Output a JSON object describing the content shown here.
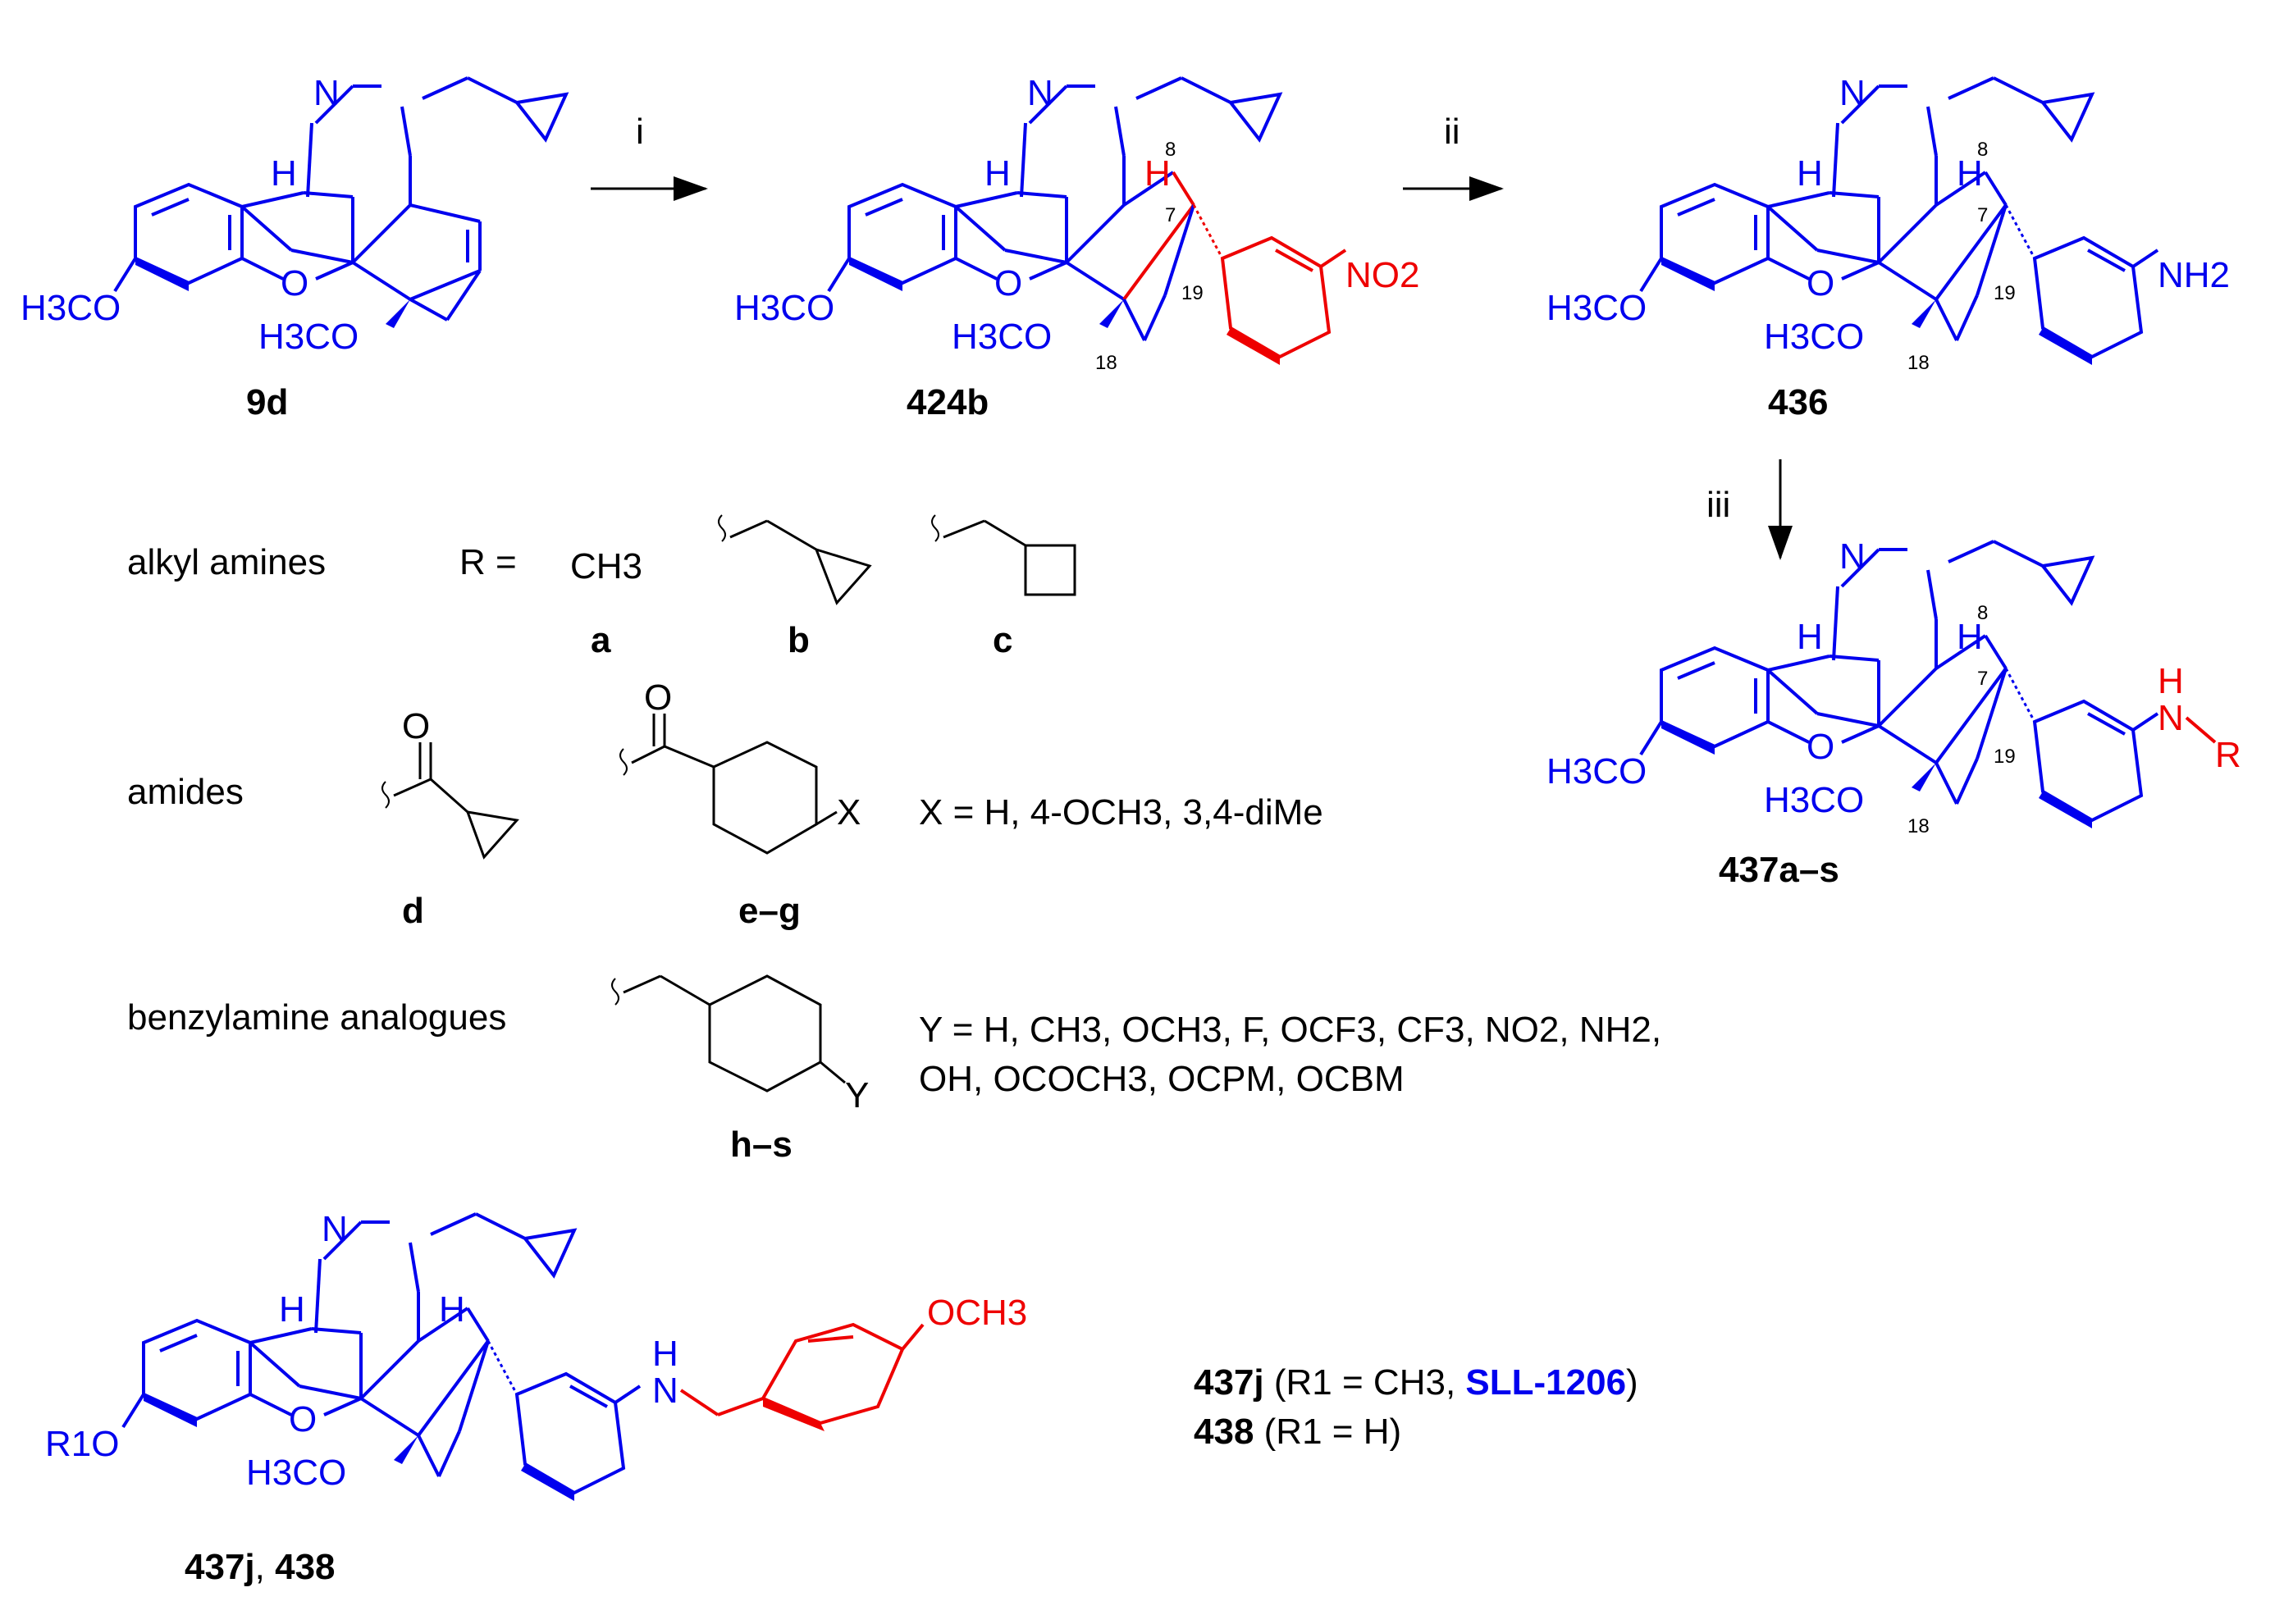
{
  "compounds": {
    "c9d": "9d",
    "c424b": "424b",
    "c436": "436",
    "c437as": "437a–s",
    "c437j": "437j",
    "c438": "438"
  },
  "steps": {
    "i": "i",
    "ii": "ii",
    "iii": "iii"
  },
  "positions": {
    "p7": "7",
    "p8": "8",
    "p18": "18",
    "p19": "19"
  },
  "atoms": {
    "N": "N",
    "O": "O",
    "H": "H",
    "R": "R",
    "Y": "Y",
    "X": "X",
    "methoxy": "H3CO",
    "nitro": "NO2",
    "amino": "NH2",
    "r1o": "R1O",
    "och3": "OCH3"
  },
  "groups": {
    "alkyl": {
      "title": "alkyl amines",
      "r_eq": "R =",
      "a_text": "CH3",
      "a": "a",
      "b": "b",
      "c": "c"
    },
    "amides": {
      "title": "amides",
      "d": "d",
      "eg": "e–g",
      "x_text": "X = H, 4-OCH3, 3,4-diMe"
    },
    "benzyl": {
      "title": "benzylamine analogues",
      "hs": "h–s",
      "y_line1": "Y = H, CH3, OCH3, F, OCF3, CF3, NO2, NH2,",
      "y_line2": "OH, OCOCH3, OCPM, OCBM"
    }
  },
  "legend": {
    "l1_r": "(R1 = CH3,",
    "l1_name": "SLL-1206",
    "l1_close": ")",
    "l2_r": "(R1 = H)"
  },
  "colors": {
    "core": "#0000ee",
    "highlight": "#ee0000",
    "text": "#000000"
  }
}
